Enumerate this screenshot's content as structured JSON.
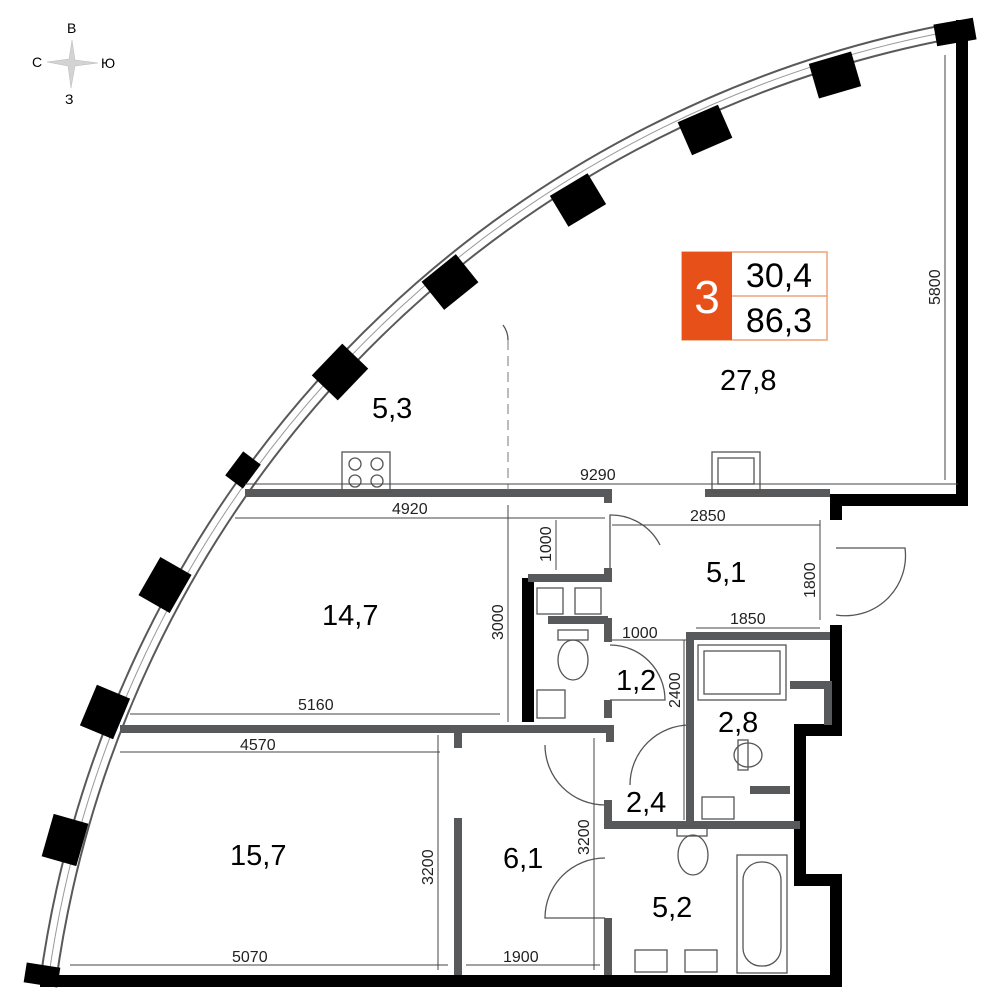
{
  "compass": {
    "north": "В",
    "west": "С",
    "east": "Ю",
    "south": "З"
  },
  "badge": {
    "rooms": "3",
    "living_area": "30,4",
    "total_area": "86,3",
    "color": "#e8501a"
  },
  "rooms": {
    "living": "27,8",
    "kitchen": "5,3",
    "bedroom1": "14,7",
    "hall": "5,1",
    "wc": "1,2",
    "bath1": "2,8",
    "closet": "2,4",
    "bedroom2": "15,7",
    "corridor": "6,1",
    "bath2": "5,2"
  },
  "dimensions": {
    "d5800": "5800",
    "d9290": "9290",
    "d4920": "4920",
    "d2850": "2850",
    "d1000a": "1000",
    "d1800": "1800",
    "d3000": "3000",
    "d1850": "1850",
    "d1000b": "1000",
    "d2400": "2400",
    "d5160": "5160",
    "d4570": "4570",
    "d3200a": "3200",
    "d3200b": "3200",
    "d5070": "5070",
    "d1900": "1900"
  }
}
